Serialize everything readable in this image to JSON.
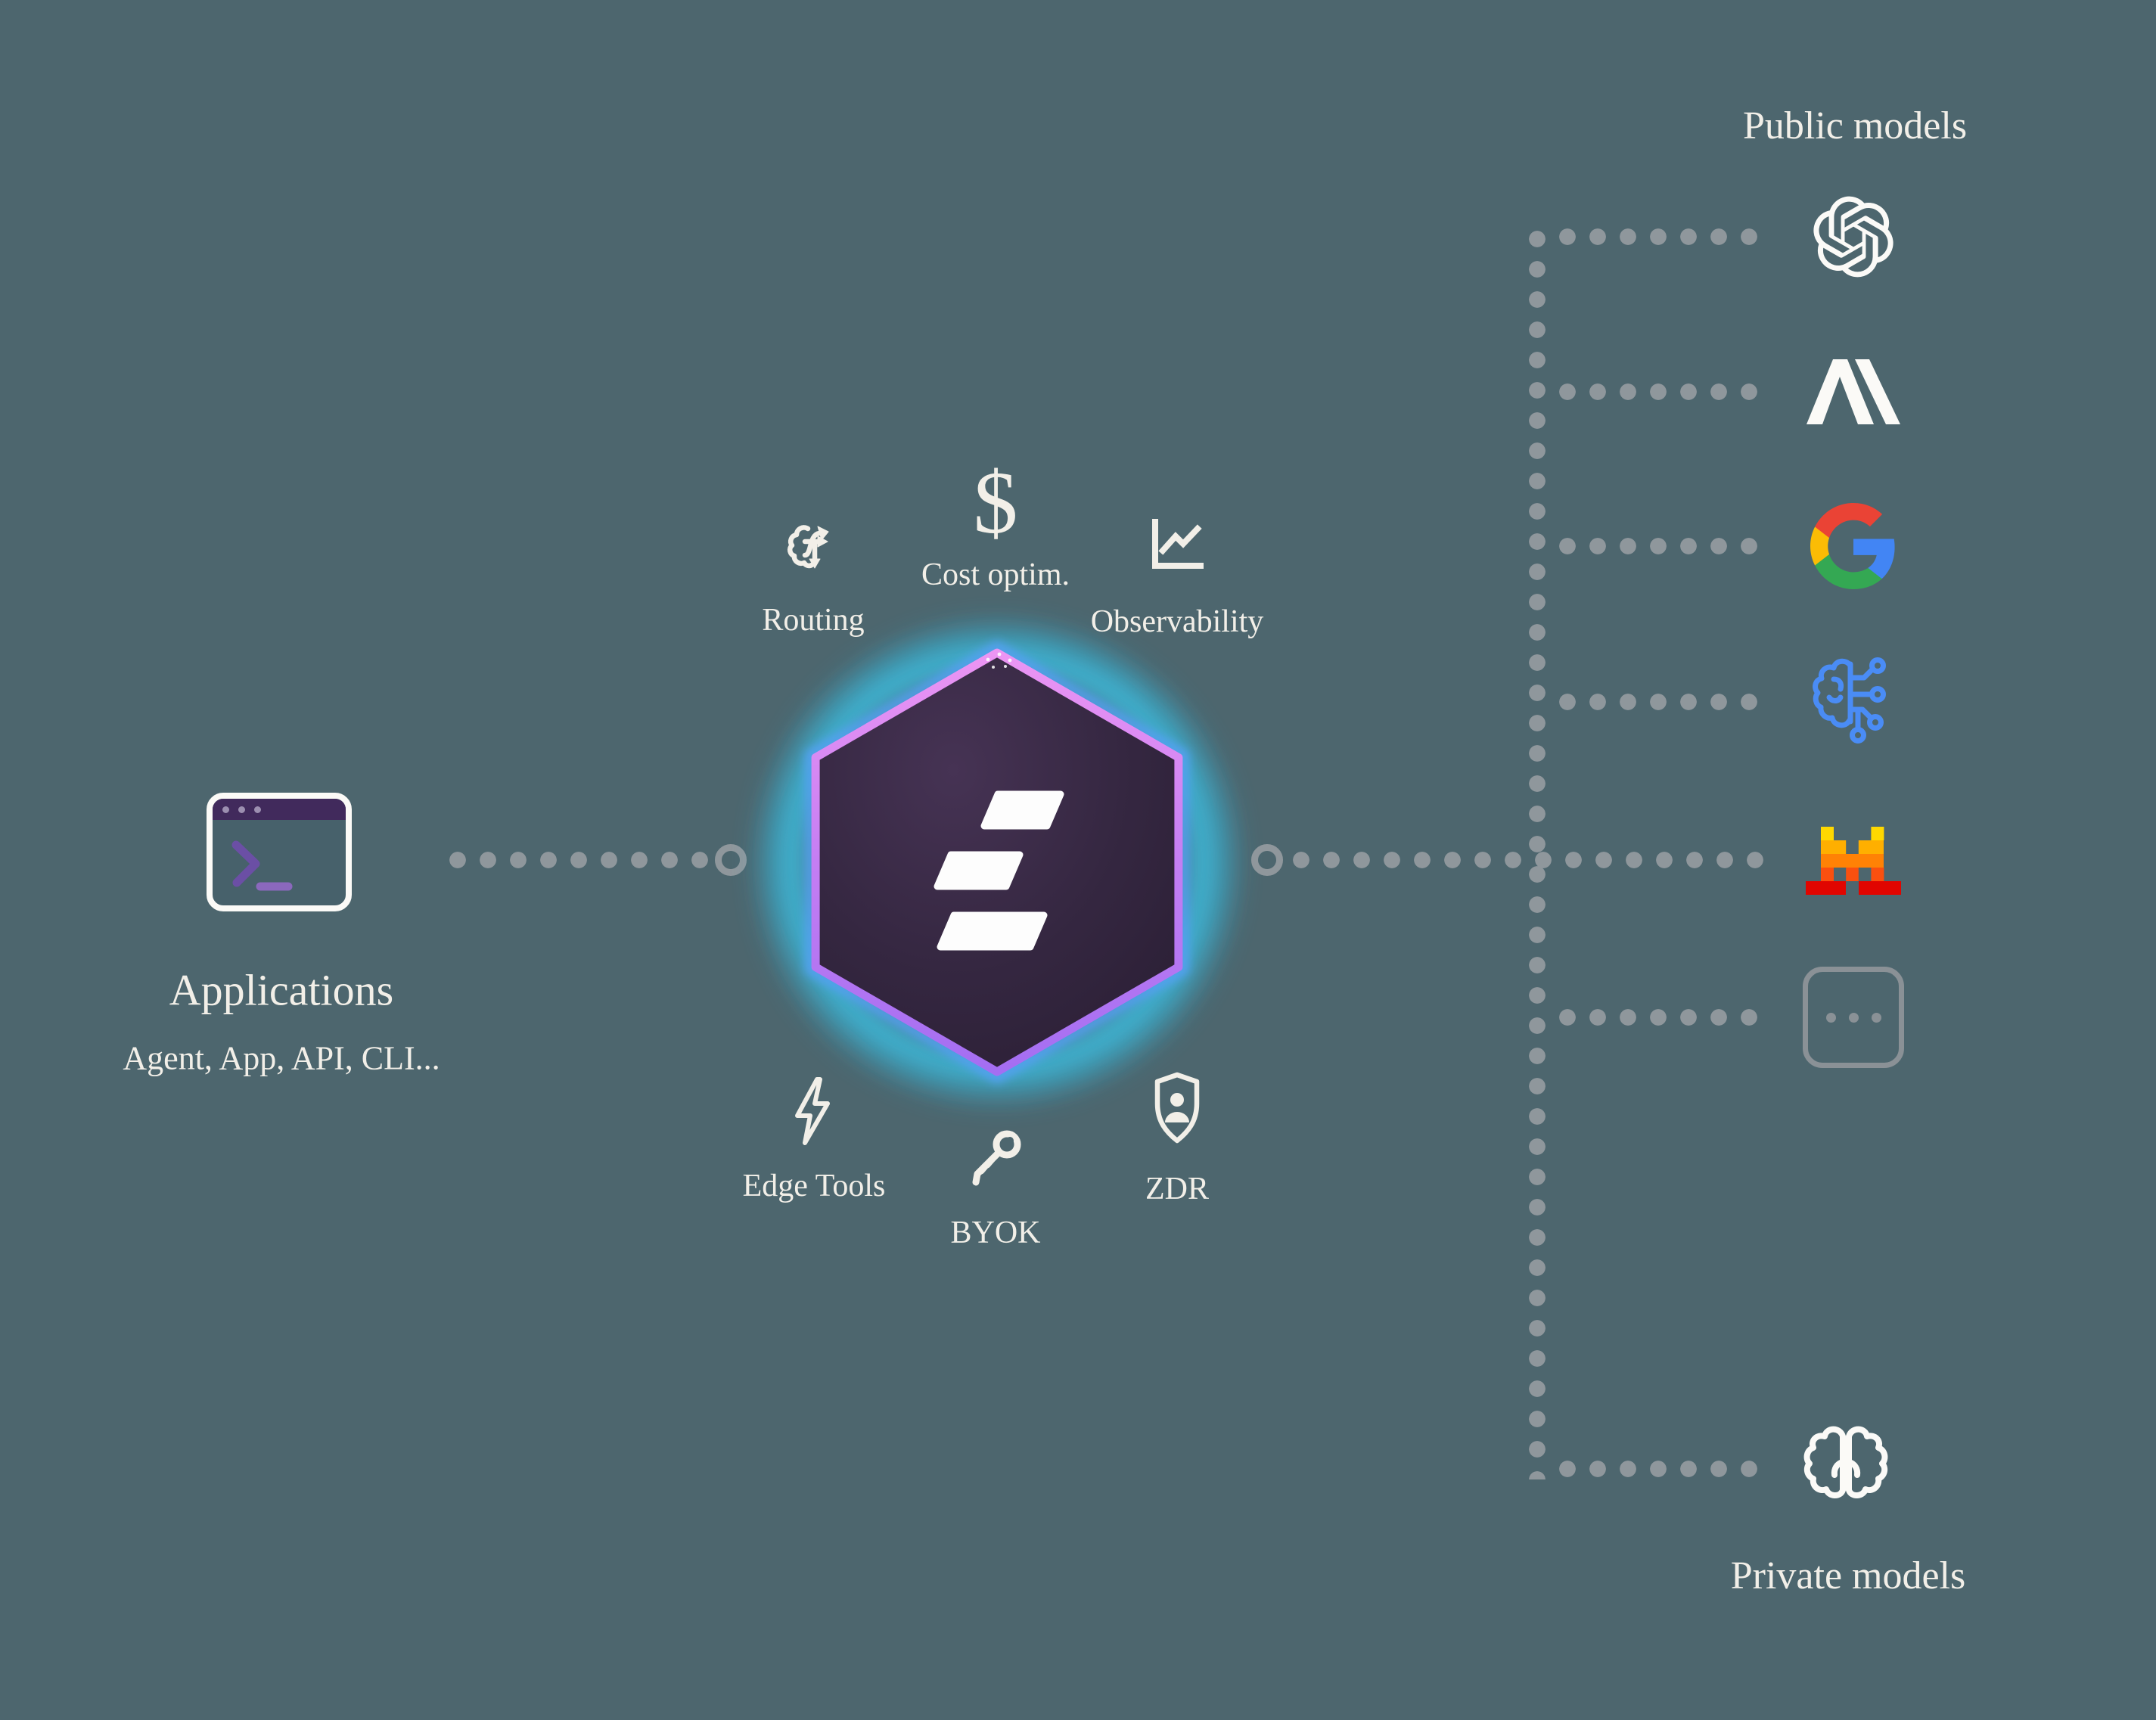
{
  "applications": {
    "title": "Applications",
    "subtitle": "Agent, App, API, CLI...",
    "icon": "terminal-window-icon"
  },
  "gateway": {
    "logo_icon": "hexagon-three-bars-logo",
    "features": [
      {
        "label": "Routing",
        "icon": "routing-brain-arrows-icon"
      },
      {
        "label": "Cost optim.",
        "icon": "dollar-icon",
        "symbol": "$"
      },
      {
        "label": "Observability",
        "icon": "line-chart-icon"
      },
      {
        "label": "Edge Tools",
        "icon": "lightning-icon"
      },
      {
        "label": "BYOK",
        "icon": "key-icon"
      },
      {
        "label": "ZDR",
        "icon": "shield-user-icon"
      }
    ]
  },
  "models": {
    "public_label": "Public models",
    "private_label": "Private models",
    "public_providers": [
      {
        "name": "OpenAI",
        "icon": "openai-logo-icon"
      },
      {
        "name": "Anthropic",
        "icon": "anthropic-logo-icon"
      },
      {
        "name": "Google",
        "icon": "google-logo-icon"
      },
      {
        "name": "AI brain circuit",
        "icon": "ai-brain-circuit-icon"
      },
      {
        "name": "Mistral AI",
        "icon": "mistral-logo-icon"
      },
      {
        "name": "More models",
        "icon": "ellipsis-box-icon"
      }
    ],
    "private_providers": [
      {
        "name": "Private model",
        "icon": "brain-icon"
      }
    ]
  },
  "colors": {
    "background": "#4d666e",
    "text": "#f2efe8",
    "dots": "#8f979c",
    "glow_cyan": "#3acdf4",
    "glow_blue": "#5b8cf0",
    "hex_border_top": "#ec95f3",
    "hex_border_bottom": "#a46ef2",
    "hex_fill": "#352741",
    "terminal_header": "#412a5c",
    "terminal_prompt": "#6b4fa5",
    "ai_blue": "#4a8cf5",
    "google": [
      "#4285F4",
      "#34A853",
      "#FBBC05",
      "#EA4335"
    ],
    "mistral": [
      "#FFD800",
      "#FFAF00",
      "#FF8205",
      "#FA500F",
      "#E10500"
    ]
  }
}
